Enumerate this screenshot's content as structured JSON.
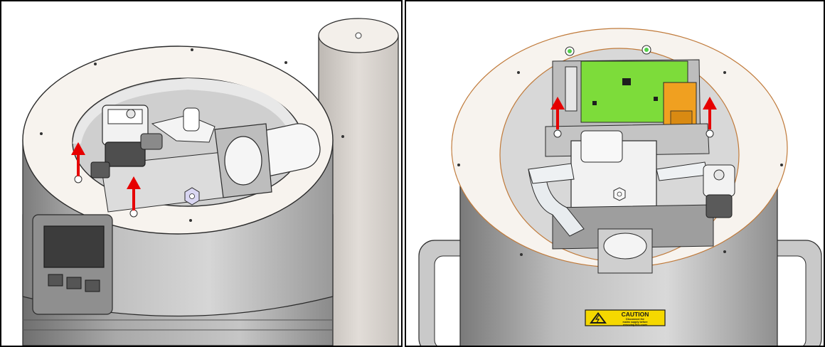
{
  "panels": {
    "left": {
      "arrow_count": 2,
      "arrow_color": "#e60000"
    },
    "right": {
      "arrow_count": 2,
      "arrow_color": "#e60000",
      "caution_label": {
        "title": "CAUTION",
        "line1": "Disconnect the",
        "line2": "mains supply before",
        "line3": "removing this cover",
        "icon": "electric-hazard-icon",
        "background": "#f5d800"
      }
    }
  },
  "colors": {
    "pcb": "#7ddc3a",
    "orange_component": "#f0a020",
    "outline": "#2a2a2a",
    "metal": "#c8c8c8",
    "ring_face": "#f7f3ee"
  }
}
